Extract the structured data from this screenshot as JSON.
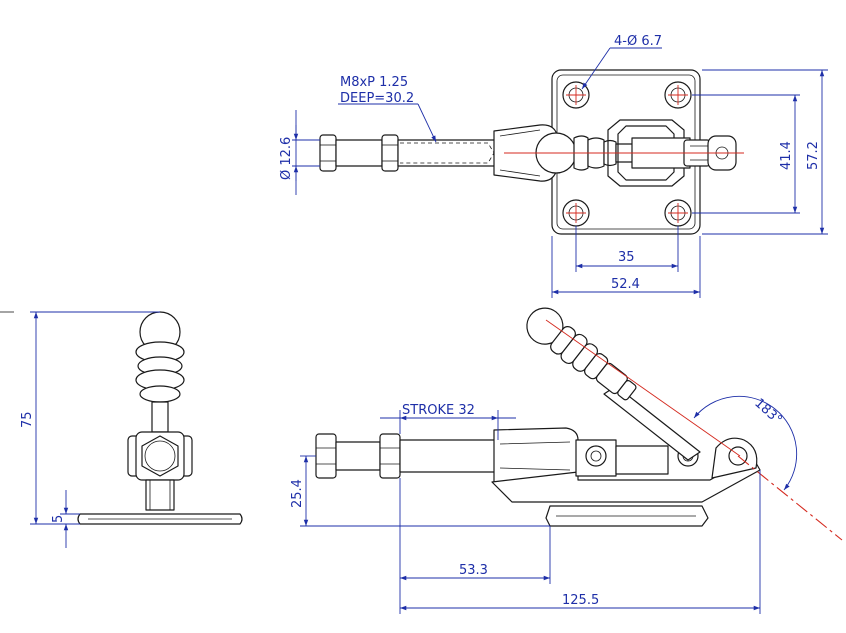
{
  "colors": {
    "part_outline": "#1a1a1a",
    "dimension": "#1e2fa8",
    "center_line": "#d42a1f",
    "background": "#ffffff"
  },
  "top_view": {
    "labels": {
      "hole_callout": "4-Ø 6.7",
      "thread_spec": "M8xP 1.25",
      "thread_depth": "DEEP=30.2",
      "shaft_diameter": "Ø 12.6",
      "hole_spacing_width": "35",
      "base_width": "52.4",
      "hole_spacing_height": "41.4",
      "base_height": "57.2"
    }
  },
  "end_view": {
    "labels": {
      "overall_height": "75",
      "base_thickness": "5"
    }
  },
  "side_view": {
    "labels": {
      "stroke": "STROKE 32",
      "shaft_height": "25.4",
      "plunger_to_base": "53.3",
      "overall_length": "125.5",
      "handle_angle": "183°"
    }
  }
}
